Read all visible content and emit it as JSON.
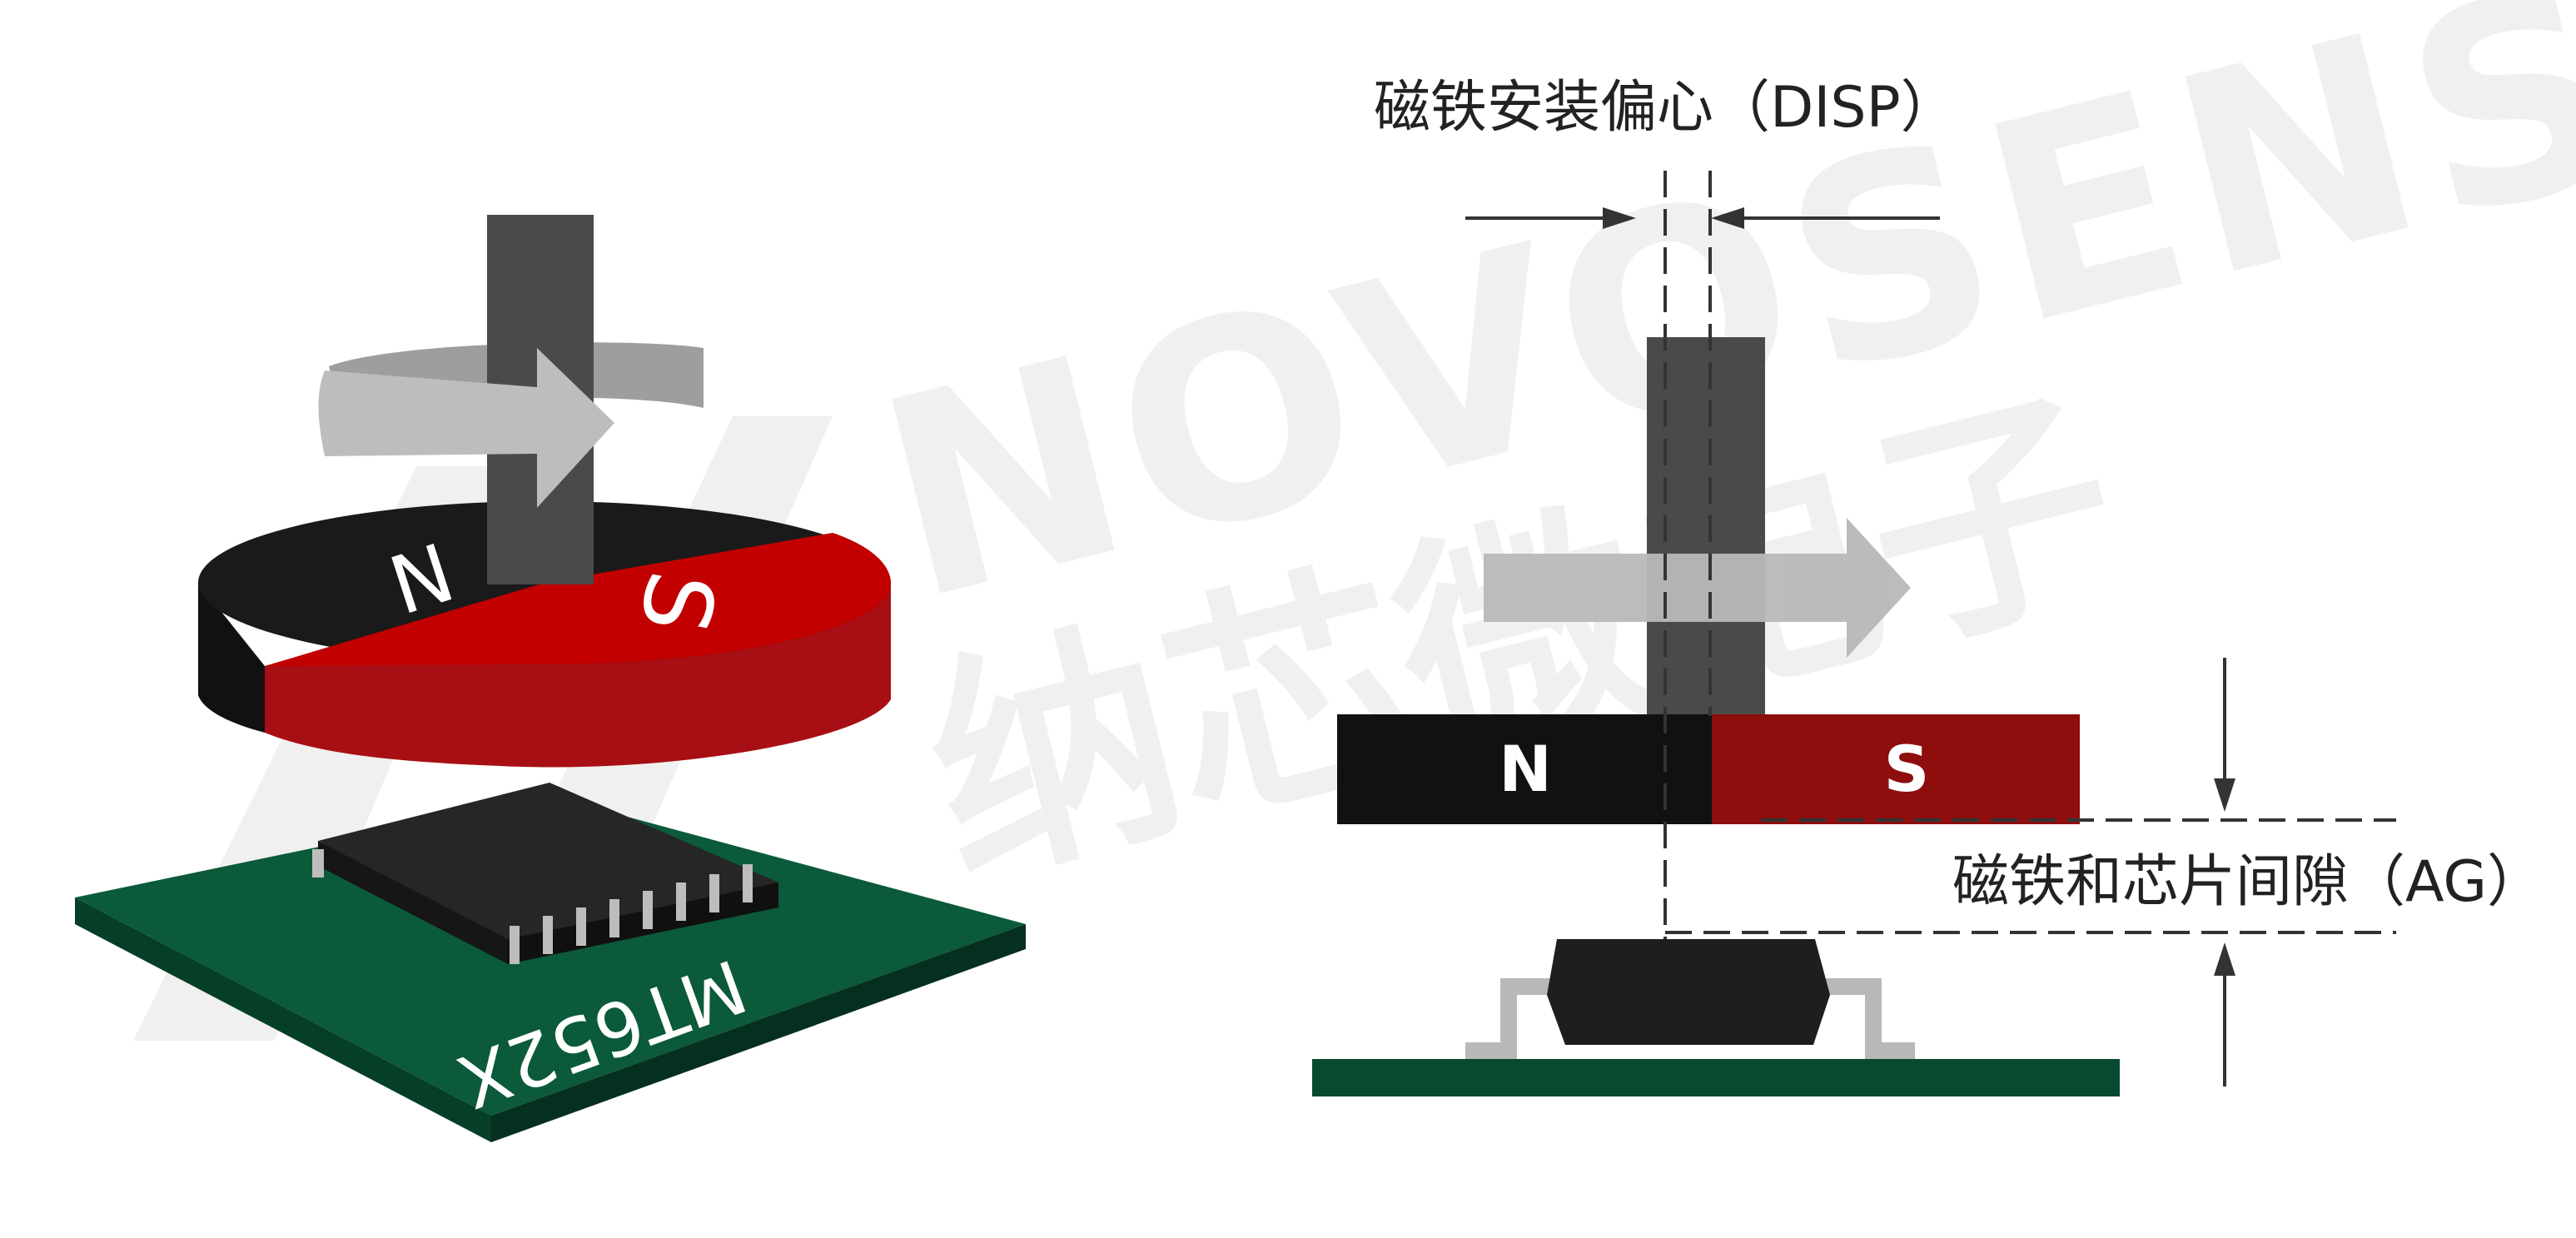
{
  "watermark": {
    "latin": "NOVOSENSE",
    "chinese": "纳芯微电子"
  },
  "left_figure": {
    "magnet_pole_n": "N",
    "magnet_pole_s": "S",
    "chip_label": "MT652X"
  },
  "right_figure": {
    "disp_label": "磁铁安装偏心（DISP）",
    "ag_label": "磁铁和芯片间隙（AG）",
    "magnet_pole_n": "N",
    "magnet_pole_s": "S"
  },
  "colors": {
    "pcb_top": "#0b5a3a",
    "pcb_side": "#063f28",
    "magnet_red": "#c20000",
    "magnet_red_side": "#a80f14",
    "magnet_black": "#1a1a1a",
    "shaft": "#4a4a4a",
    "arrow_gray": "#b3b3b3",
    "chip": "#1e1e1e",
    "bar_n": "#111111",
    "bar_s": "#8e0d0d",
    "pcb_flat": "#074a30"
  }
}
